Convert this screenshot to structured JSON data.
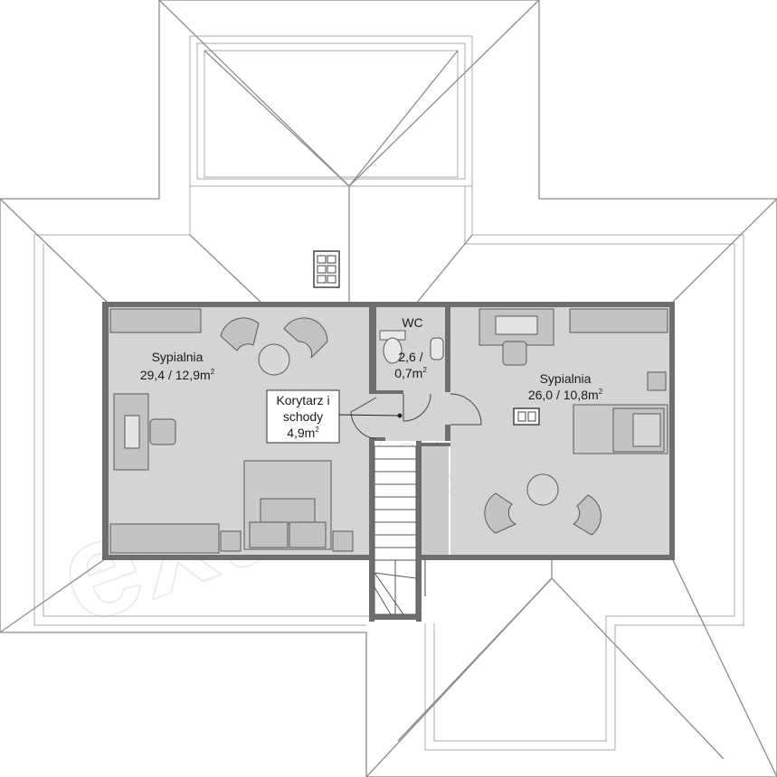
{
  "watermark": "extradom",
  "rooms": [
    {
      "id": "bedroom-left",
      "name": "Sypialnia",
      "area_total": "29,4",
      "area_floor": "12,9",
      "unit": "m",
      "unit_exp": "2"
    },
    {
      "id": "wc",
      "name": "WC",
      "area_total": "2,6",
      "area_floor": "0,7",
      "unit": "m",
      "unit_exp": "2"
    },
    {
      "id": "corridor",
      "name_line1": "Korytarz i",
      "name_line2": "schody",
      "area": "4,9",
      "unit": "m",
      "unit_exp": "2"
    },
    {
      "id": "bedroom-right",
      "name": "Sypialnia",
      "area_total": "26,0",
      "area_floor": "10,8",
      "unit": "m",
      "unit_exp": "2"
    }
  ],
  "colors": {
    "floor": "#d4d4d4",
    "wall": "#6e6e6e",
    "roof_line": "#8c8c8c",
    "furniture": "#c2c2c2",
    "furniture_stroke": "#5a5a5a"
  }
}
